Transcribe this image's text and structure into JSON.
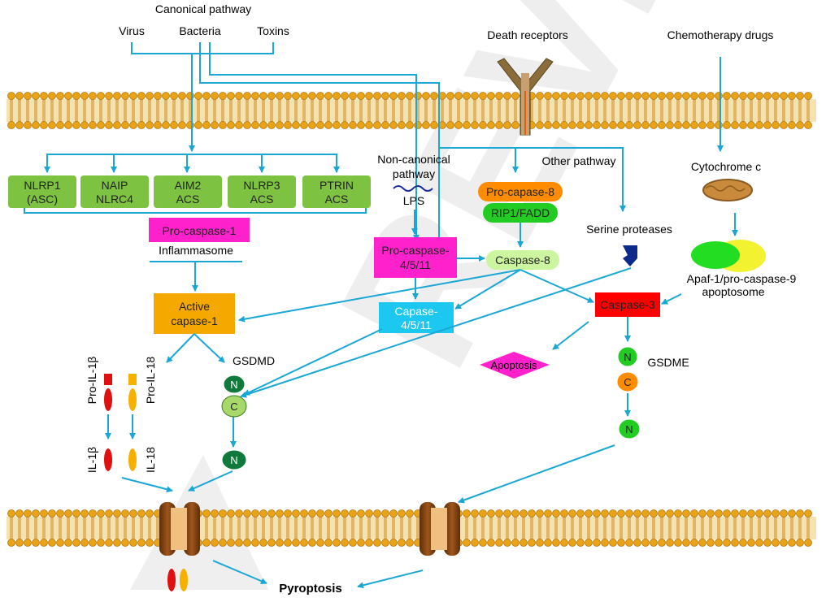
{
  "colors": {
    "arrow": "#1aa7d6",
    "membrane_head": "#e8a317",
    "membrane_tail": "#c8891b",
    "nlrp_box": "#7ec242",
    "magenta": "#ff22cc",
    "orange": "#f5a800",
    "cyan": "#1cc7f0",
    "red": "#ff0000",
    "light_green": "#ccf5a0",
    "green": "#22cc22",
    "orange_pill": "#ff8c00",
    "dark_green": "#0f7a3c",
    "navy": "#0b2a8a"
  },
  "labels": {
    "canonical": "Canonical pathway",
    "virus": "Virus",
    "bacteria": "Bacteria",
    "toxins": "Toxins",
    "death_receptors": "Death receptors",
    "chemo": "Chemotherapy drugs",
    "noncanonical_line1": "Non-canonical",
    "noncanonical_line2": "pathway",
    "lps": "LPS",
    "other_pathway": "Other pathway",
    "cytochrome": "Cytochrome c",
    "serine": "Serine proteases",
    "apaf_line1": "Apaf-1/pro-caspase-9",
    "apaf_line2": "apoptosome",
    "inflammasome": "Inflammasome",
    "gsdmd": "GSDMD",
    "gsdme": "GSDME",
    "pro_il1b": "Pro-IL-1β",
    "pro_il18": "Pro-IL-18",
    "il1b": "IL-1β",
    "il18": "IL-18",
    "pyroptosis": "Pyroptosis",
    "apoptosis": "Apoptosis",
    "n": "N",
    "c": "C",
    "watermark": "REVIEW"
  },
  "sensors": [
    {
      "line1": "NLRP1",
      "line2": "(ASC)"
    },
    {
      "line1": "NAIP",
      "line2": "NLRC4"
    },
    {
      "line1": "AIM2",
      "line2": "ACS"
    },
    {
      "line1": "NLRP3",
      "line2": "ACS"
    },
    {
      "line1": "PTRIN",
      "line2": "ACS"
    }
  ],
  "boxes": {
    "pro_caspase1": "Pro-caspase-1",
    "procasp4_line1": "Pro-caspase-",
    "procasp4_line2": "4/5/11",
    "active_line1": "Active",
    "active_line2": "capase-1",
    "casp4_line1": "Capase-",
    "casp4_line2": "4/5/11",
    "pro_capase8": "Pro-capase-8",
    "rip1": "RIP1/FADD",
    "caspase8": "Caspase-8",
    "caspase3": "Caspase-3"
  }
}
